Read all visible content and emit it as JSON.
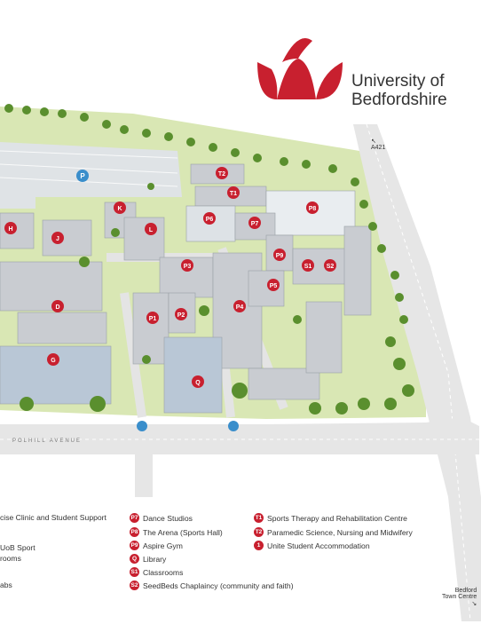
{
  "brand": {
    "line1": "University of",
    "line2": "Bedfordshire",
    "color": "#c8202f"
  },
  "roads": {
    "a421": "A421",
    "polhill": "POLHILL AVENUE",
    "bedford_line1": "Bedford",
    "bedford_line2": "Town Centre"
  },
  "map_labels": {
    "P": "P",
    "H": "H",
    "J": "J",
    "K": "K",
    "L": "L",
    "D": "D",
    "G": "G",
    "T2": "T2",
    "T1": "T1",
    "P8": "P8",
    "P6": "P6",
    "P7": "P7",
    "P9": "P9",
    "S1": "S1",
    "S2": "S2",
    "P3": "P3",
    "P5": "P5",
    "P1": "P1",
    "P2": "P2",
    "P4": "P4",
    "Q": "Q"
  },
  "legend": {
    "col1": [
      {
        "text": "cise Clinic and Student Support"
      },
      {
        "text": "UoB Sport"
      },
      {
        "text": "rooms"
      },
      {
        "text": "abs"
      }
    ],
    "col2": [
      {
        "code": "P7",
        "text": "Dance Studios"
      },
      {
        "code": "P8",
        "text": "The Arena (Sports Hall)"
      },
      {
        "code": "P9",
        "text": "Aspire Gym"
      },
      {
        "code": "Q",
        "text": "Library"
      },
      {
        "code": "S1",
        "text": "Classrooms"
      },
      {
        "code": "S2",
        "text": "SeedBeds Chaplaincy (community and faith)"
      }
    ],
    "col3": [
      {
        "code": "T1",
        "text": "Sports Therapy and Rehabilitation Centre"
      },
      {
        "code": "T2",
        "text": "Paramedic Science, Nursing and Midwifery"
      },
      {
        "code": "1",
        "text": "Unite Student Accommodation"
      }
    ]
  }
}
